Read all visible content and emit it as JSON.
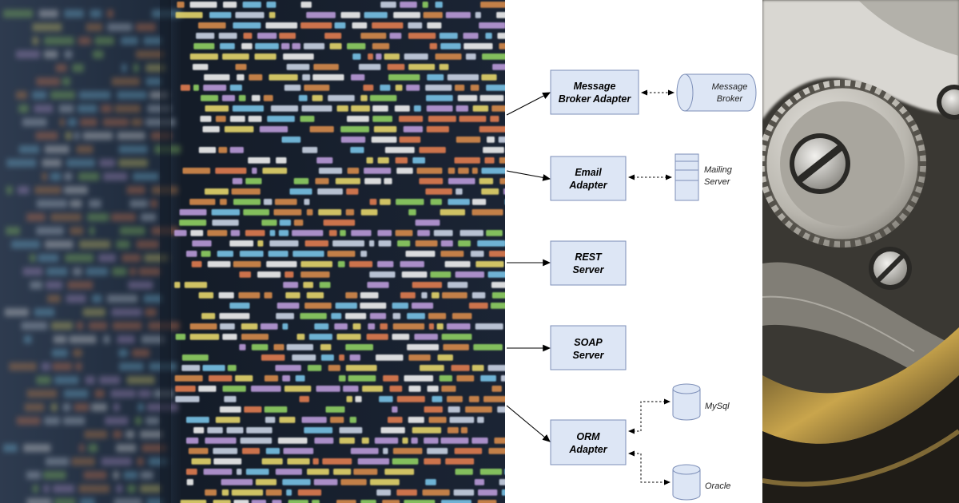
{
  "diagram": {
    "adapters": [
      {
        "id": "message-broker-adapter",
        "lines": [
          "Message",
          "Broker Adapter"
        ]
      },
      {
        "id": "email-adapter",
        "lines": [
          "Email",
          "Adapter"
        ]
      },
      {
        "id": "rest-server",
        "lines": [
          "REST",
          "Server"
        ]
      },
      {
        "id": "soap-server",
        "lines": [
          "SOAP",
          "Server"
        ]
      },
      {
        "id": "orm-adapter",
        "lines": [
          "ORM",
          "Adapter"
        ]
      }
    ],
    "resources": [
      {
        "id": "message-broker",
        "shape": "cylinder-horizontal",
        "lines": [
          "Message",
          "Broker"
        ]
      },
      {
        "id": "mailing-server",
        "shape": "server",
        "lines": [
          "Mailing",
          "Server"
        ]
      },
      {
        "id": "mysql",
        "shape": "cylinder",
        "lines": [
          "MySql"
        ]
      },
      {
        "id": "oracle",
        "shape": "cylinder",
        "lines": [
          "Oracle"
        ]
      }
    ],
    "colors": {
      "box_fill": "#dde6f5",
      "box_stroke": "#7d8fb8",
      "line": "#000000"
    }
  },
  "photos": [
    {
      "name": "code-screen-photo",
      "subject": "blurred source code on a dark monitor"
    },
    {
      "name": "watch-gear-photo",
      "subject": "close-up of a mechanical watch movement with screws and gear"
    }
  ]
}
